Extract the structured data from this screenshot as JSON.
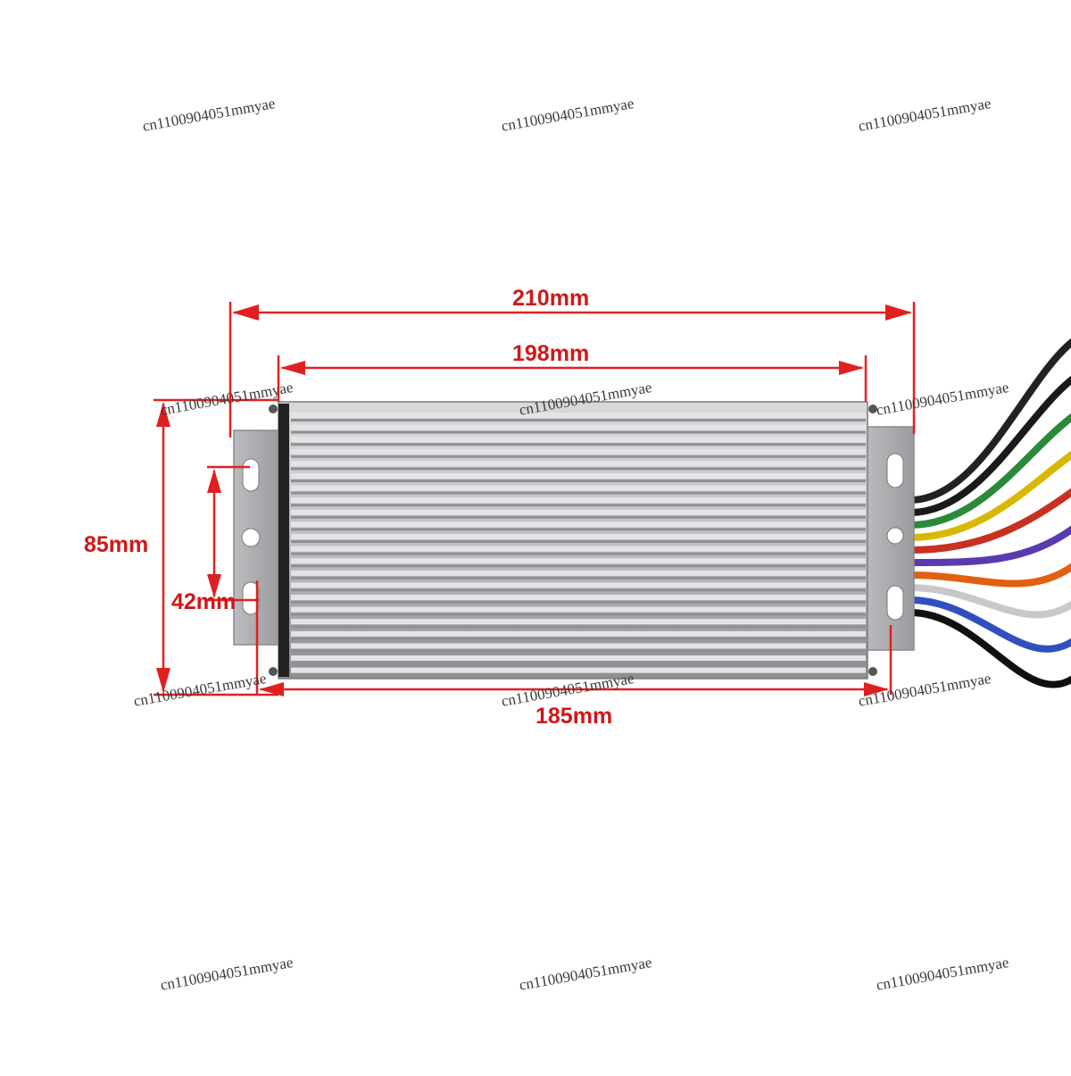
{
  "image": {
    "subject": "brushless motor controller aluminum heatsink housing with wires",
    "colors": {
      "background": "#ffffff",
      "dimension_lines": "#e02020",
      "housing": "#b8b8bc",
      "fin_shadow": "#8f9094",
      "bracket": "#a9a9ad",
      "seal": "#222222"
    }
  },
  "dimensions": {
    "overall_length": "210mm",
    "body_length": "198mm",
    "mount_spacing": "185mm",
    "height": "85mm",
    "hole_spacing": "42mm"
  },
  "watermarks": [
    "cn1100904051mmyae",
    "cn1100904051mmyae",
    "cn1100904051mmyae",
    "cn1100904051mmyae",
    "cn1100904051mmyae",
    "cn1100904051mmyae",
    "cn1100904051mmyae",
    "cn1100904051mmyae",
    "cn1100904051mmyae",
    "cn1100904051mmyae",
    "cn1100904051mmyae",
    "cn1100904051mmyae"
  ],
  "wires": [
    "#222222",
    "#1a1a1a",
    "#2a8a3a",
    "#d8b800",
    "#c83020",
    "#5a3ab0",
    "#e06010",
    "#c8c8c8",
    "#3050c0",
    "#101010"
  ]
}
